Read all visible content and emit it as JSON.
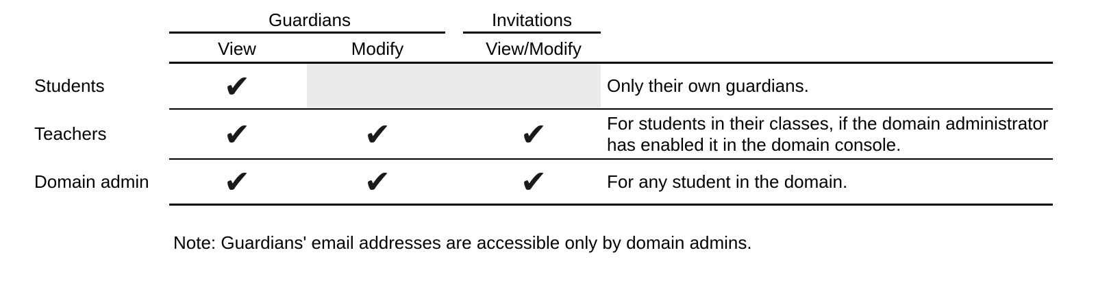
{
  "table": {
    "groups": [
      {
        "label": "Guardians"
      },
      {
        "label": "Invitations"
      }
    ],
    "columns": [
      {
        "label": "View"
      },
      {
        "label": "Modify"
      },
      {
        "label": "View/Modify"
      }
    ],
    "check_glyph": "✔",
    "rows": [
      {
        "label": "Students",
        "view": "✔",
        "modify": "",
        "invitations": "",
        "note": "Only their own guardians."
      },
      {
        "label": "Teachers",
        "view": "✔",
        "modify": "✔",
        "invitations": "✔",
        "note": "For students in their classes, if the domain administrator has enabled it in the domain console."
      },
      {
        "label": "Domain admin",
        "view": "✔",
        "modify": "✔",
        "invitations": "✔",
        "note": "For any student in the domain."
      }
    ],
    "footnote": "Note: Guardians' email addresses are accessible only by domain admins."
  },
  "colors": {
    "text": "#000000",
    "rule": "#000000",
    "disabled_cell": "#ebebeb"
  }
}
